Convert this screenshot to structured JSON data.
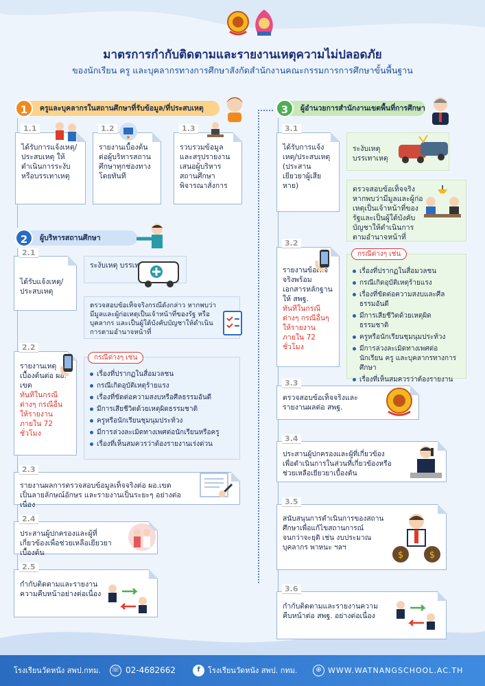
{
  "header": {
    "title": "มาตรการกำกับติดตามและรายงานเหตุความไม่ปลอดภัย",
    "subtitle": "ของนักเรียน ครู และบุคลากรทางการศึกษาสังกัดสำนักงานคณะกรรมการการศึกษาขั้นพื้นฐาน"
  },
  "section1": {
    "number": "1",
    "title": "ครูและบุคลากรในสถานศึกษาที่รับข้อมูล/ที่ประสบเหตุ",
    "steps": [
      {
        "num": "1.1",
        "text": "ได้รับการแจ้งเหตุ/ประสบเหตุ ให้ดำเนินการระงับหรือบรรเทาเหตุ"
      },
      {
        "num": "1.2",
        "text": "รายงานเบื้องต้นต่อผู้บริหารสถานศึกษาทุกช่องทางโดยทันที"
      },
      {
        "num": "1.3",
        "text": "รวบรวมข้อมูลและสรุปรายงานเสนอผู้บริหารสถานศึกษาพิจารณาสั่งการ"
      }
    ]
  },
  "section2": {
    "number": "2",
    "title": "ผู้บริหารสถานศึกษา",
    "s21": {
      "num": "2.1",
      "text": "ได้รับแจ้งเหตุ/ประสบเหตุ",
      "a": "ระงับเหตุ บรรเทาเหตุ",
      "b": "ตรวจสอบข้อเท็จจริงกรณีดังกล่าว หากพบว่ามีมูลและผู้ก่อเหตุเป็นเจ้าหน้าที่ของรัฐ หรือบุคลากร และเป็นผู้ใต้บังคับบัญชาให้ดำเนินการตามอำนาจหน้าที่"
    },
    "s22": {
      "num": "2.2",
      "text": "รายงานเหตุเบื้องต้นต่อ ผอ. เขต",
      "red": "ทันทีในกรณีต่างๆ กรณีอื่นให้รายงานภายใน 72 ชั่วโมง",
      "pill": "กรณีต่างๆ เช่น",
      "items": [
        "เรื่องที่ปรากฏในสื่อมวลชน",
        "กรณีเกิดอุบัติเหตุร้ายแรง",
        "เรื่องที่ขัดต่อความสงบหรือศีลธรรมอันดี",
        "มีการเสียชีวิตด้วยเหตุผิดธรรมชาติ",
        "ครูหรือนักเรียนชุมนุมประท้วง",
        "มีการล่วงละเมิดทางเพศต่อนักเรียนหรือครู",
        "เรื่องที่เห็นสมควรว่าต้องรายงานเร่งด่วน"
      ]
    },
    "s23": {
      "num": "2.3",
      "text": "รายงานผลการตรวจสอบข้อมูลเท็จจริงต่อ ผอ.เขต เป็นลายลักษณ์อักษร และรายงานเป็นระยะๆ อย่างต่อเนื่อง"
    },
    "s24": {
      "num": "2.4",
      "text": "ประสานผู้ปกครองและผู้ที่เกี่ยวข้องเพื่อช่วยเหลือเยียวยาเบื้องต้น"
    },
    "s25": {
      "num": "2.5",
      "text": "กำกับติดตามและรายงานความคืบหน้าอย่างต่อเนื่อง"
    }
  },
  "section3": {
    "number": "3",
    "title": "ผู้อำนวยการสำนักงานเขตพื้นที่การศึกษา",
    "s31": {
      "num": "3.1",
      "text": "ได้รับการแจ้งเหตุ/ประสบเหตุ (ประสานเยียวยาผู้เสียหาย)",
      "a": "ระงับเหตุ บรรเทาเหตุ",
      "b": "ตรวจสอบข้อเท็จจริงหากพบว่ามีมูลและผู้ก่อเหตุเป็นเจ้าหน้าที่ของรัฐและเป็นผู้ใต้บังคับบัญชาให้ดำเนินการตามอำนาจหน้าที่"
    },
    "s32": {
      "num": "3.2",
      "text": "รายงานข้อเท็จจริงพร้อมเอกสารหลักฐานให้ สพฐ.",
      "red": "ทันทีในกรณีต่างๆ กรณีอื่นๆ ให้รายงานภายใน 72 ชั่วโมง",
      "pill": "กรณีต่างๆ เช่น",
      "items": [
        "เรื่องที่ปรากฏในสื่อมวลชน",
        "กรณีเกิดอุบัติเหตุร้ายแรง",
        "เรื่องที่ขัดต่อความสงบและศีลธรรมอันดี",
        "มีการเสียชีวิตด้วยเหตุผิดธรรมชาติ",
        "ครูหรือนักเรียนชุมนุมประท้วง",
        "มีการล่วงละเมิดทางเพศต่อนักเรียน ครู และบุคลากรทางการศึกษา",
        "เรื่องที่เห็นสมควรว่าต้องรายงานเร่งด่วน"
      ]
    },
    "s33": {
      "num": "3.3",
      "text": "ตรวจสอบข้อเท็จจริงและรายงานผลต่อ สพฐ."
    },
    "s34": {
      "num": "3.4",
      "text": "ประสานผู้ปกครองและผู้ที่เกี่ยวข้องเพื่อดำเนินการในส่วนที่เกี่ยวข้องหรือช่วยเหลือเยียวยาเบื้องต้น"
    },
    "s35": {
      "num": "3.5",
      "text": "สนับสนุนการดำเนินการของสถานศึกษาเพื่อแก้ไขสถานการณ์จนกว่าจะยุติ เช่น งบประมาณ บุคลากร พาหนะ ฯลฯ"
    },
    "s36": {
      "num": "3.6",
      "text": "กำกับติดตามและรายงานความคืบหน้าต่อ สพฐ. อย่างต่อเนื่อง"
    }
  },
  "footer": {
    "school": "โรงเรียนวัดหนัง สพป.กทม.",
    "phone": "02-4682662",
    "facebook": "โรงเรียนวัดหนัง สพป. กทม.",
    "website": "WWW.WATNANGSCHOOL.AC.TH"
  },
  "colors": {
    "orange": "#f08a1c",
    "blue": "#2a6cc0",
    "green": "#4caf50",
    "navy": "#1a2e78"
  }
}
